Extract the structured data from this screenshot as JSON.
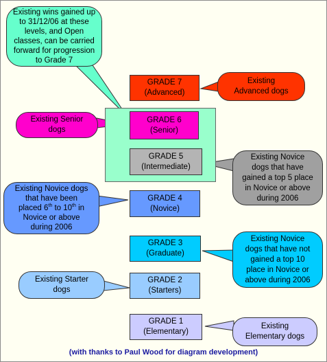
{
  "grades": [
    {
      "id": "g7",
      "name": "GRADE 7",
      "level": "(Advanced)",
      "fill": "#ff3300"
    },
    {
      "id": "g6",
      "name": "GRADE 6",
      "level": "(Senior)",
      "fill": "#ff00cc"
    },
    {
      "id": "g5",
      "name": "GRADE 5",
      "level": "(Intermediate)",
      "fill": "#b4b4b4"
    },
    {
      "id": "g4",
      "name": "GRADE 4",
      "level": "(Novice)",
      "fill": "#6699ff"
    },
    {
      "id": "g3",
      "name": "GRADE 3",
      "level": "(Graduate)",
      "fill": "#00ccff"
    },
    {
      "id": "g2",
      "name": "GRADE 2",
      "level": "(Starters)",
      "fill": "#99ccff"
    },
    {
      "id": "g1",
      "name": "GRADE 1",
      "level": "(Elementary)",
      "fill": "#ccccff"
    }
  ],
  "callouts": {
    "open_classes": {
      "lines": [
        "Existing wins gained up",
        "to 31/12/06 at these",
        "levels, and Open",
        "classes, can be carried",
        "forward for progression",
        "to Grade 7"
      ],
      "fill": "#66ffcc"
    },
    "advanced_dogs": {
      "lines": [
        "Existing",
        "Advanced dogs"
      ],
      "fill": "#ff3300"
    },
    "senior_dogs": {
      "lines": [
        "Existing Senior",
        "dogs"
      ],
      "fill": "#ff00cc"
    },
    "novice_top5": {
      "lines": [
        "Existing Novice",
        "dogs that have",
        "gained a top 5 place",
        "in Novice or above",
        "during 2006"
      ],
      "fill": "#a0a0a0"
    },
    "novice_6_10": {
      "line1": "Existing Novice dogs",
      "line2": "that have been",
      "placed_pre": "placed 6",
      "sup1": "th",
      "placed_mid": " to 10",
      "sup2": "th",
      "placed_post": " in",
      "line4": "Novice or above",
      "line5": "during 2006",
      "fill": "#6699ff"
    },
    "novice_no_top10": {
      "lines": [
        "Existing Novice",
        "dogs that have not",
        "gained a top 10",
        "place in Novice or",
        "above during 2006"
      ],
      "fill": "#00ccff"
    },
    "starter_dogs": {
      "lines": [
        "Existing Starter",
        "dogs"
      ],
      "fill": "#99ccff"
    },
    "elementary_dogs": {
      "lines": [
        "Existing",
        "Elementary dogs"
      ],
      "fill": "#ccccff"
    }
  },
  "group_fill": "#99ffcc",
  "credit": "(with thanks to Paul Wood for diagram development)"
}
